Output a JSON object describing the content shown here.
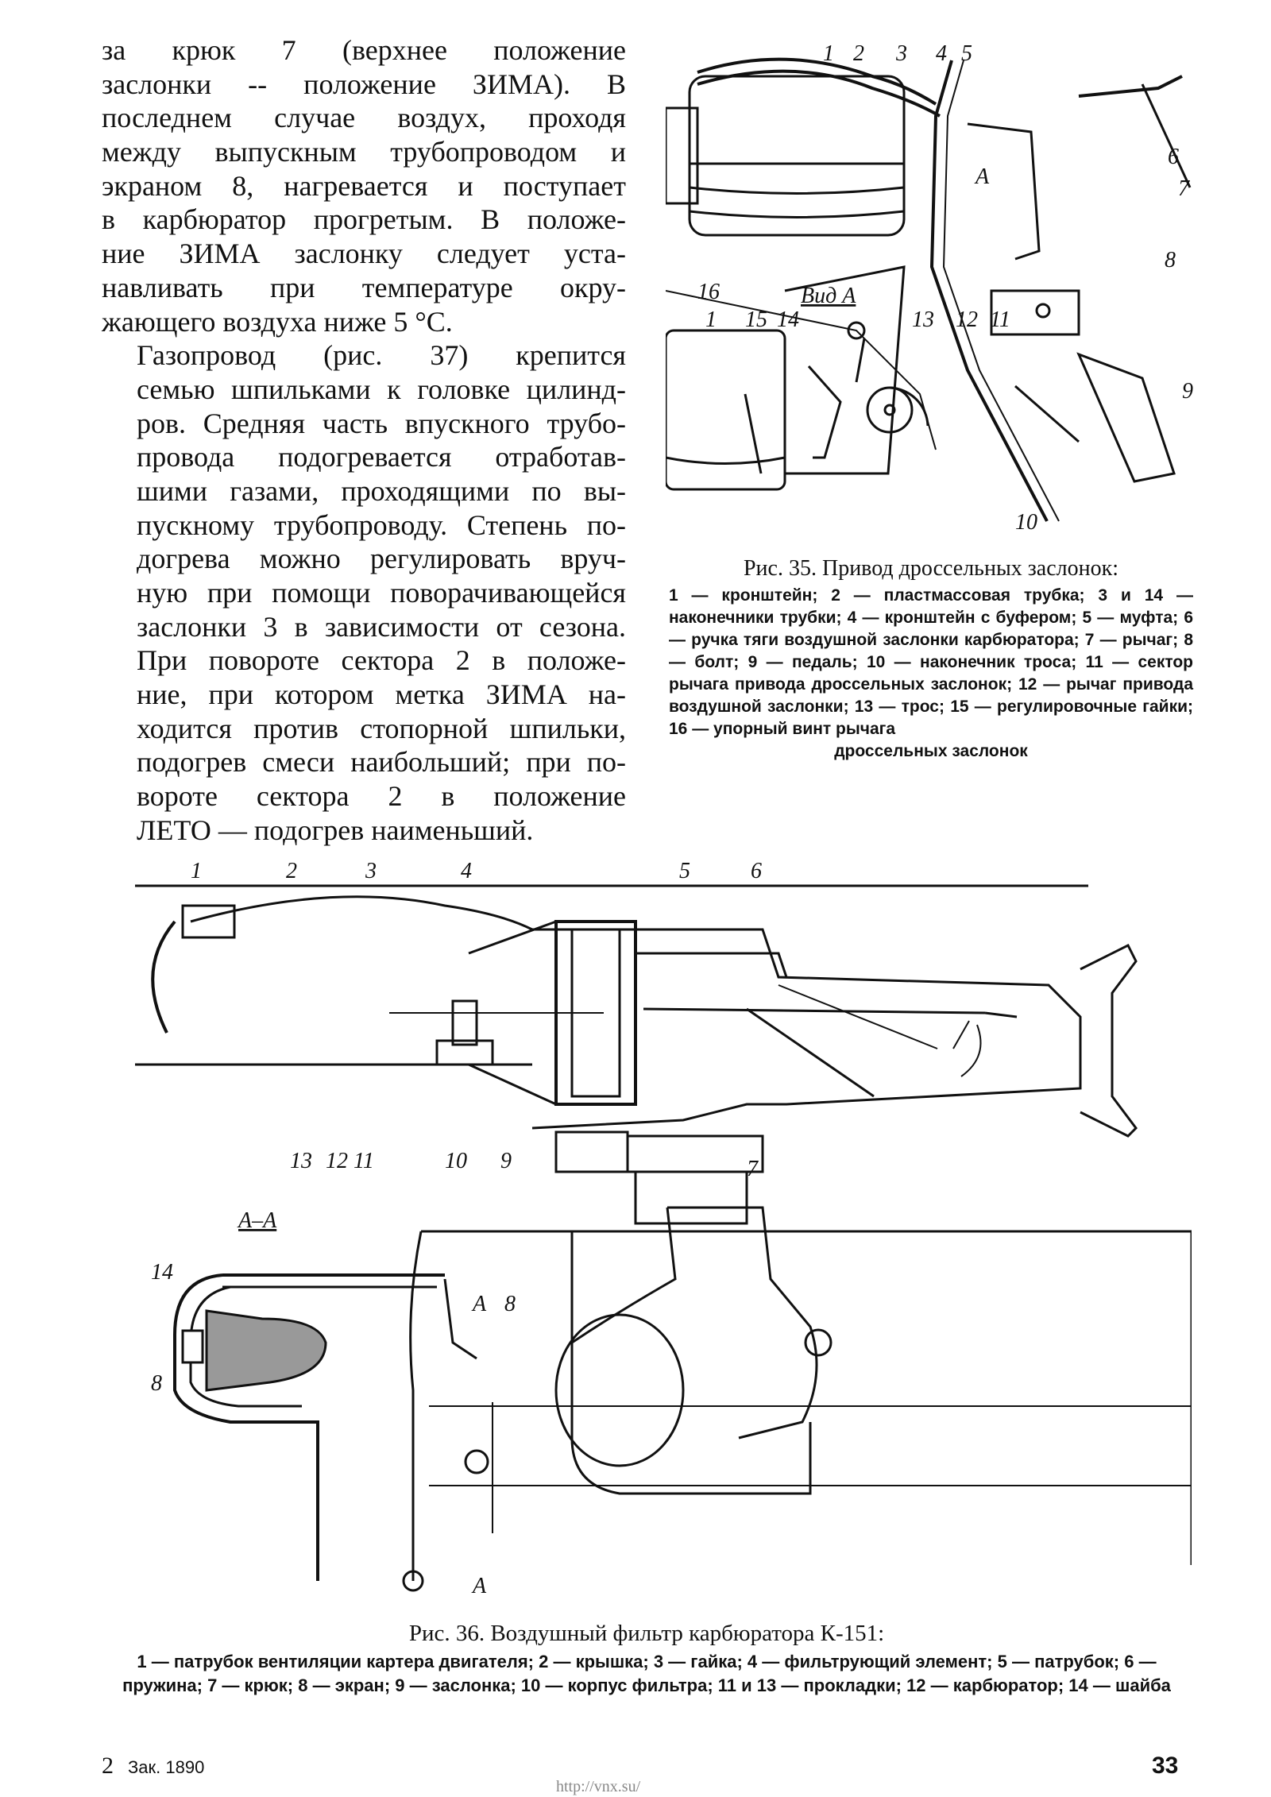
{
  "left_text": {
    "para1_lines": [
      "за крюк 7 (верхнее положение",
      "заслонки -- положение ЗИМА). В",
      "последнем случае воздух, проходя",
      "между выпускным трубопроводом и",
      "экраном 8, нагревается и поступает",
      "в карбюратор прогретым. В положе-",
      "ние ЗИМА заслонку следует уста-",
      "навливать при температуре окру-",
      "жающего воздуха ниже 5 °С."
    ],
    "para2_lines": [
      "Газопровод (рис. 37) крепится",
      "семью шпильками к головке цилинд-",
      "ров. Средняя часть впускного трубо-",
      "провода подогревается отработав-",
      "шими газами, проходящими по вы-",
      "пускному трубопроводу. Степень по-",
      "догрева можно регулировать вруч-",
      "ную при помощи поворачивающейся",
      "заслонки 3 в зависимости от сезона.",
      "При повороте сектора 2 в положе-",
      "ние, при котором метка ЗИМА на-",
      "ходится против стопорной шпильки,",
      "подогрев смеси наибольший; при по-",
      "вороте сектора 2 в положение",
      "ЛЕТО — подогрев наименьший."
    ]
  },
  "figure35": {
    "labels": [
      "1",
      "2",
      "3",
      "4",
      "5",
      "6",
      "7",
      "8",
      "9",
      "10",
      "11",
      "12",
      "13",
      "14",
      "15",
      "16"
    ],
    "view_label": "Вид А",
    "arrow_label": "А",
    "caption_title": "Рис. 35. Привод дроссельных заслонок:",
    "caption_body": "1 — кронштейн; 2 — пластмассовая трубка; 3 и 14 — наконечники трубки; 4 — кронштейн с буфером; 5 — муфта; 6 — ручка тяги воздушной заслонки карбюратора; 7 — рычаг; 8 — болт; 9 — педаль; 10 — наконечник троса; 11 — сектор рычага привода дроссельных заслонок; 12 — рычаг привода воздушной заслонки; 13 — трос; 15 — регулировочные гайки; 16 — упорный винт рычага",
    "caption_last": "дроссельных заслонок"
  },
  "figure36": {
    "labels": [
      "1",
      "2",
      "3",
      "4",
      "5",
      "6",
      "7",
      "8",
      "9",
      "10",
      "11",
      "12",
      "13",
      "14",
      "8"
    ],
    "section_label": "А–А",
    "cut_label": "А",
    "caption_title": "Рис. 36. Воздушный фильтр карбюратора К-151:",
    "caption_body": "1 — патрубок вентиляции картера двигателя; 2 — крышка; 3 — гайка; 4 — фильтрующий элемент; 5 — патрубок; 6 — пружина; 7 — крюк; 8 — экран; 9 — заслонка; 10 — корпус фильтра; 11 и 13 — прокладки; 12 — карбюратор; 14 — шайба"
  },
  "footer": {
    "sheet": "2",
    "order": "Зак. 1890",
    "page_number": "33",
    "watermark": "http://vnx.su/"
  }
}
